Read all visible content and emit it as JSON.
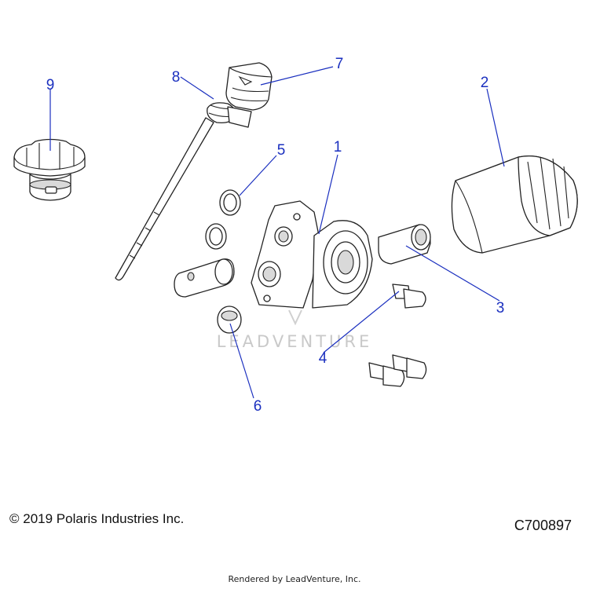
{
  "callouts": [
    "1",
    "2",
    "3",
    "4",
    "5",
    "6",
    "7",
    "8",
    "9"
  ],
  "parts": [
    {
      "callout": "1",
      "icon": "oil-filter-adapter-housing-icon"
    },
    {
      "callout": "2",
      "icon": "oil-filter-icon"
    },
    {
      "callout": "3",
      "icon": "sleeve-fitting-icon"
    },
    {
      "callout": "4",
      "icon": "flange-bolt-icon"
    },
    {
      "callout": "5",
      "icon": "o-ring-icon"
    },
    {
      "callout": "6",
      "icon": "plug-cap-icon"
    },
    {
      "callout": "7",
      "icon": "dipstick-cap-icon"
    },
    {
      "callout": "8",
      "icon": "dipstick-o-ring-icon"
    },
    {
      "callout": "9",
      "icon": "oil-fill-cap-icon"
    }
  ],
  "watermark": "LEADVENTURE",
  "copyright": "© 2019 Polaris Industries Inc.",
  "diagram_code": "C700897",
  "rendered_by": "Rendered by LeadVenture, Inc."
}
